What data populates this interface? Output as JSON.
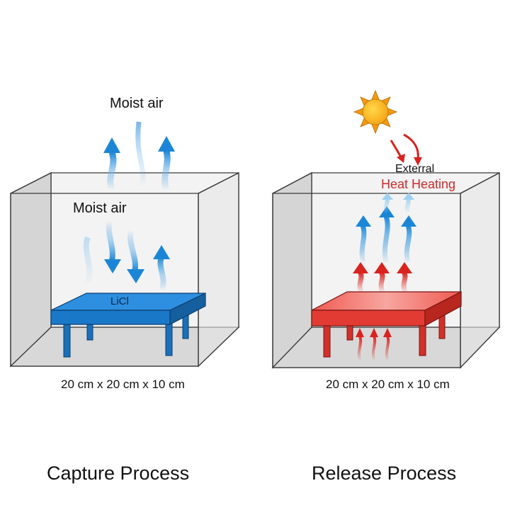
{
  "labels": {
    "moist_air_top": "Moist air",
    "moist_air_inner": "Moist air",
    "licl": "LiCl",
    "external": "Exterral",
    "heat_heating": "Heat Heating",
    "dims_left": "20 cm x 20 cm x 10 cm",
    "dims_right": "20 cm x 20 cm x 10 cm",
    "capture_title": "Capture Process",
    "release_title": "Release Process"
  },
  "colors": {
    "box_wall": "#d9d9d9",
    "box_edge": "#3a3a3a",
    "capture_table": "#1a78c8",
    "capture_table_top": "#2e8fe0",
    "release_table": "#e23b33",
    "release_table_top": "#f06058",
    "air_arrow_blue": "#1c86d6",
    "heat_arrow_red": "#d8231f",
    "sun_fill": "#f9b21b",
    "sun_ray": "#f39a12"
  },
  "icons": {
    "sun": "sun-icon"
  }
}
